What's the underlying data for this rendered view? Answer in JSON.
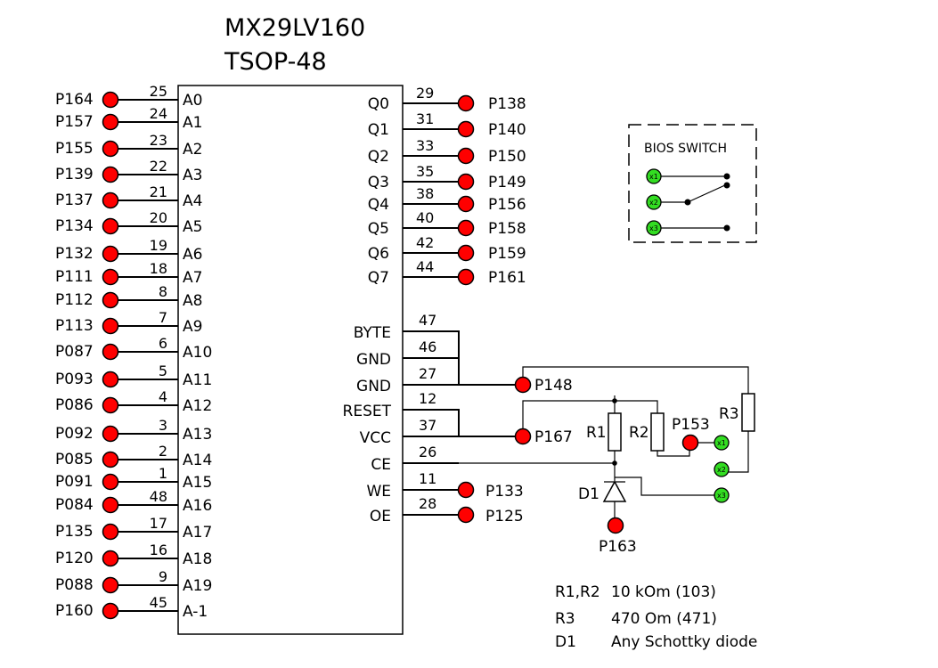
{
  "chip": {
    "title": "MX29LV160",
    "package": "TSOP-48"
  },
  "left_pins": [
    {
      "pad": "P164",
      "num": "25",
      "name": "A0"
    },
    {
      "pad": "P157",
      "num": "24",
      "name": "A1"
    },
    {
      "pad": "P155",
      "num": "23",
      "name": "A2"
    },
    {
      "pad": "P139",
      "num": "22",
      "name": "A3"
    },
    {
      "pad": "P137",
      "num": "21",
      "name": "A4"
    },
    {
      "pad": "P134",
      "num": "20",
      "name": "A5"
    },
    {
      "pad": "P132",
      "num": "19",
      "name": "A6"
    },
    {
      "pad": "P111",
      "num": "18",
      "name": "A7"
    },
    {
      "pad": "P112",
      "num": "8",
      "name": "A8"
    },
    {
      "pad": "P113",
      "num": "7",
      "name": "A9"
    },
    {
      "pad": "P087",
      "num": "6",
      "name": "A10"
    },
    {
      "pad": "P093",
      "num": "5",
      "name": "A11"
    },
    {
      "pad": "P086",
      "num": "4",
      "name": "A12"
    },
    {
      "pad": "P092",
      "num": "3",
      "name": "A13"
    },
    {
      "pad": "P085",
      "num": "2",
      "name": "A14"
    },
    {
      "pad": "P091",
      "num": "1",
      "name": "A15"
    },
    {
      "pad": "P084",
      "num": "48",
      "name": "A16"
    },
    {
      "pad": "P135",
      "num": "17",
      "name": "A17"
    },
    {
      "pad": "P120",
      "num": "16",
      "name": "A18"
    },
    {
      "pad": "P088",
      "num": "9",
      "name": "A19"
    },
    {
      "pad": "P160",
      "num": "45",
      "name": "A-1"
    }
  ],
  "data_pins": [
    {
      "name": "Q0",
      "num": "29",
      "pad": "P138"
    },
    {
      "name": "Q1",
      "num": "31",
      "pad": "P140"
    },
    {
      "name": "Q2",
      "num": "33",
      "pad": "P150"
    },
    {
      "name": "Q3",
      "num": "35",
      "pad": "P149"
    },
    {
      "name": "Q4",
      "num": "38",
      "pad": "P156"
    },
    {
      "name": "Q5",
      "num": "40",
      "pad": "P158"
    },
    {
      "name": "Q6",
      "num": "42",
      "pad": "P159"
    },
    {
      "name": "Q7",
      "num": "44",
      "pad": "P161"
    }
  ],
  "control_pins": [
    {
      "name": "BYTE",
      "num": "47"
    },
    {
      "name": "GND",
      "num": "46"
    },
    {
      "name": "GND",
      "num": "27"
    },
    {
      "name": "RESET",
      "num": "12"
    },
    {
      "name": "VCC",
      "num": "37"
    },
    {
      "name": "CE",
      "num": "26"
    },
    {
      "name": "WE",
      "num": "11"
    },
    {
      "name": "OE",
      "num": "28"
    }
  ],
  "pads": {
    "gnd": "P148",
    "vcc": "P167",
    "we": "P133",
    "oe": "P125",
    "switch_pad": "P153",
    "diode_pad": "P163"
  },
  "components": {
    "r1": "R1",
    "r2": "R2",
    "r3": "R3",
    "d1": "D1"
  },
  "bios_switch": {
    "title": "BIOS SWITCH",
    "contacts": [
      "x1",
      "x2",
      "x3"
    ]
  },
  "legend": [
    {
      "ref": "R1,R2",
      "value": "10 kOm (103)"
    },
    {
      "ref": "R3",
      "value": "470 Om (471)"
    },
    {
      "ref": "D1",
      "value": "Any Schottky diode"
    }
  ],
  "colors": {
    "pad": "#ff0000",
    "contact": "#33dd22",
    "ink": "#000000"
  }
}
